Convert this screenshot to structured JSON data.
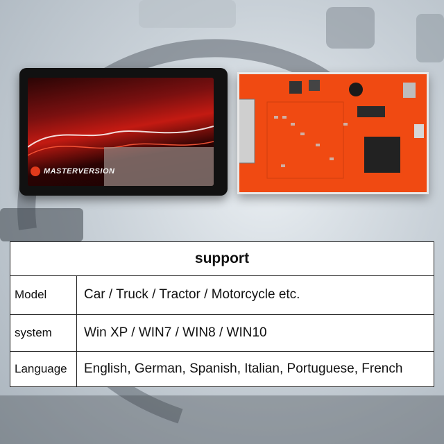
{
  "product": {
    "ecu_logo_text": "MASTERVERSION"
  },
  "support_table": {
    "title": "support",
    "rows": [
      {
        "label": "Model",
        "value": "Car / Truck / Tractor / Motorcycle etc."
      },
      {
        "label": "system",
        "value": "Win XP / WIN7 / WIN8 / WIN10"
      },
      {
        "label": "Language",
        "value": "English, German, Spanish, Italian, Portuguese, French"
      }
    ]
  },
  "colors": {
    "pcb": "#f04a12",
    "ecu_accent": "#c31a12",
    "table_border": "#222222"
  }
}
